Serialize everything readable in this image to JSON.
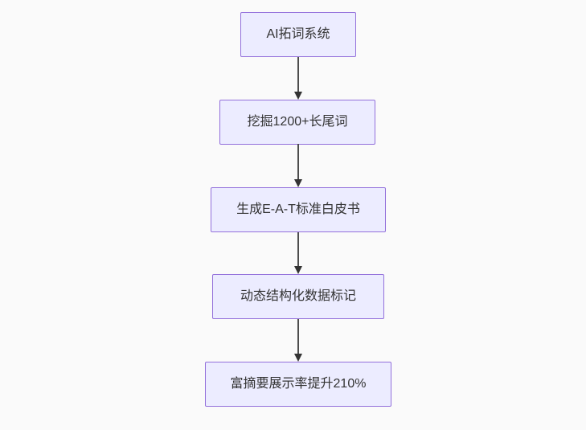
{
  "diagram": {
    "type": "flowchart",
    "direction": "top-down",
    "nodes": [
      {
        "label": "AI拓词系统"
      },
      {
        "label": "挖掘1200+长尾词"
      },
      {
        "label": "生成E-A-T标准白皮书"
      },
      {
        "label": "动态结构化数据标记"
      },
      {
        "label": "富摘要展示率提升210%"
      }
    ],
    "edges": [
      {
        "from": "AI拓词系统",
        "to": "挖掘1200+长尾词"
      },
      {
        "from": "挖掘1200+长尾词",
        "to": "生成E-A-T标准白皮书"
      },
      {
        "from": "生成E-A-T标准白皮书",
        "to": "动态结构化数据标记"
      },
      {
        "from": "动态结构化数据标记",
        "to": "富摘要展示率提升210%"
      }
    ],
    "colors": {
      "node_fill": "#ECECFF",
      "node_border": "#9370DB",
      "edge_line": "#4d4d4d",
      "arrowhead": "#333333",
      "text": "#333333",
      "background": "#FAFAFA"
    }
  }
}
